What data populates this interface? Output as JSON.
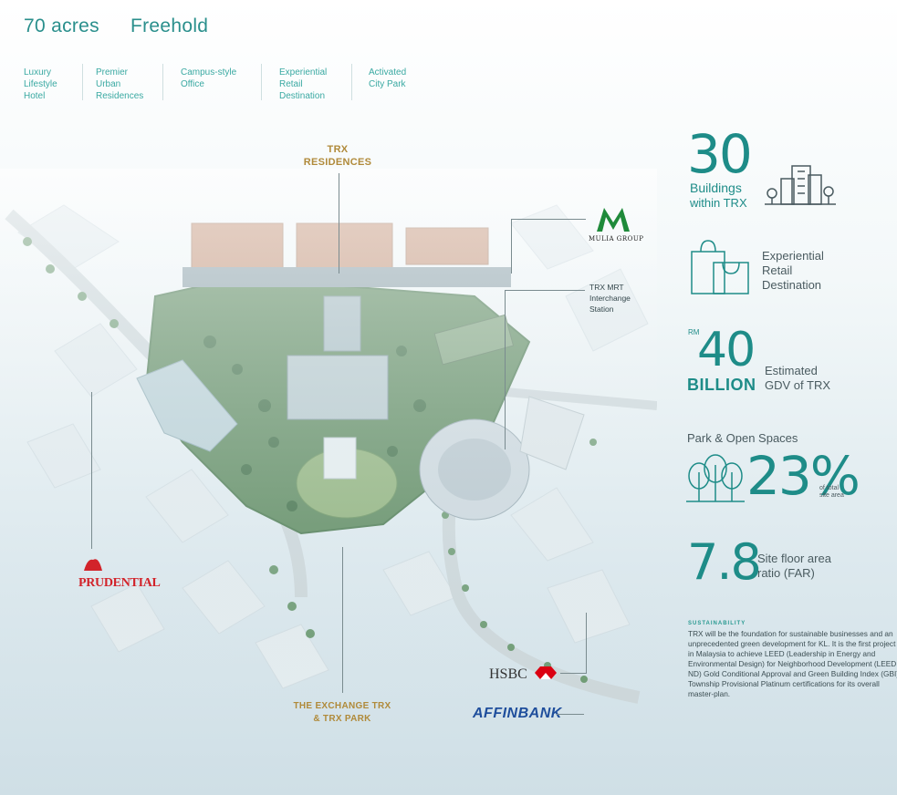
{
  "header": {
    "area": "70 acres",
    "tenure": "Freehold",
    "features": [
      {
        "label": "Luxury\nLifestyle\nHotel"
      },
      {
        "label": "Premier\nUrban\nResidences"
      },
      {
        "label": "Campus-style\nOffice"
      },
      {
        "label": "Experiential\nRetail\nDestination"
      },
      {
        "label": "Activated\nCity Park"
      }
    ]
  },
  "map": {
    "residences_label": "TRX\nRESIDENCES",
    "mulia_logo": "MULIA GROUP",
    "mrt_label": "TRX MRT\nInterchange\nStation",
    "prudential_logo": "PRUDENTIAL",
    "exchange_label": "THE EXCHANGE TRX\n& TRX PARK",
    "hsbc_logo": "HSBC",
    "affin_logo": "AFFINBANK"
  },
  "stats": {
    "buildings": {
      "number": "30",
      "label_line1": "Buildings",
      "label_line2": "within TRX",
      "icon": "buildings-icon"
    },
    "retail": {
      "label": "Experiential\nRetail\nDestination",
      "icon": "shopping-bags-icon"
    },
    "gdv": {
      "prefix": "RM",
      "number": "40",
      "unit": "BILLION",
      "label": "Estimated\nGDV of TRX"
    },
    "park": {
      "heading": "Park & Open Spaces",
      "number": "23%",
      "sub": "of total\nsite area",
      "icon": "trees-icon"
    },
    "far": {
      "number": "7.8",
      "label": "Site floor area\nratio (FAR)"
    }
  },
  "sustainability": {
    "heading": "SUSTAINABILITY",
    "body": "TRX will be the foundation for sustainable businesses and an unprecedented green development for KL. It is the first project in Malaysia to achieve LEED (Leadership in Energy and Environmental Design) for Neighborhood Development (LEED ND) Gold Conditional Approval and Green Building Index (GBI) Township Provisional Platinum certifications for its overall master-plan."
  },
  "colors": {
    "accent": "#1e8c88",
    "gold": "#b08a3a",
    "prudential_red": "#d2232a",
    "hsbc_red": "#db0011",
    "affin_blue": "#1f4e9c"
  }
}
